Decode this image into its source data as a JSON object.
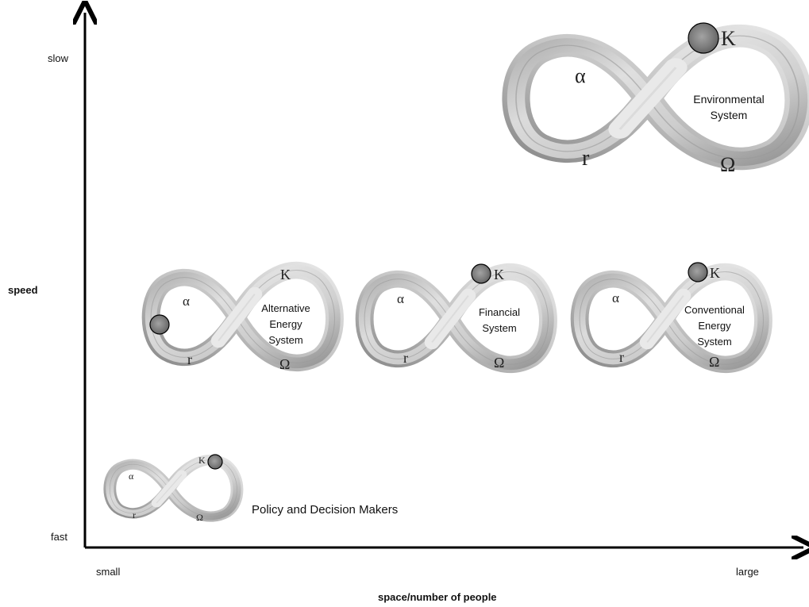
{
  "axes": {
    "y_label": "speed",
    "y_top": "slow",
    "y_bottom": "fast",
    "x_label": "space/number of people",
    "x_left": "small",
    "x_right": "large"
  },
  "phases": {
    "alpha": "α",
    "k": "K",
    "r": "r",
    "omega": "Ω"
  },
  "systems": {
    "environmental": {
      "line1": "Environmental",
      "line2": "System"
    },
    "alternative": {
      "line1": "Alternative",
      "line2": "Energy",
      "line3": "System"
    },
    "financial": {
      "line1": "Financial",
      "line2": "System"
    },
    "conventional": {
      "line1": "Conventional",
      "line2": "Energy",
      "line3": "System"
    },
    "policy": {
      "label": "Policy and Decision Makers"
    }
  },
  "colors": {
    "ribbon_light": "#d9d9d9",
    "ribbon_dark": "#8c8c8c",
    "ball": "#7a7a7a"
  }
}
